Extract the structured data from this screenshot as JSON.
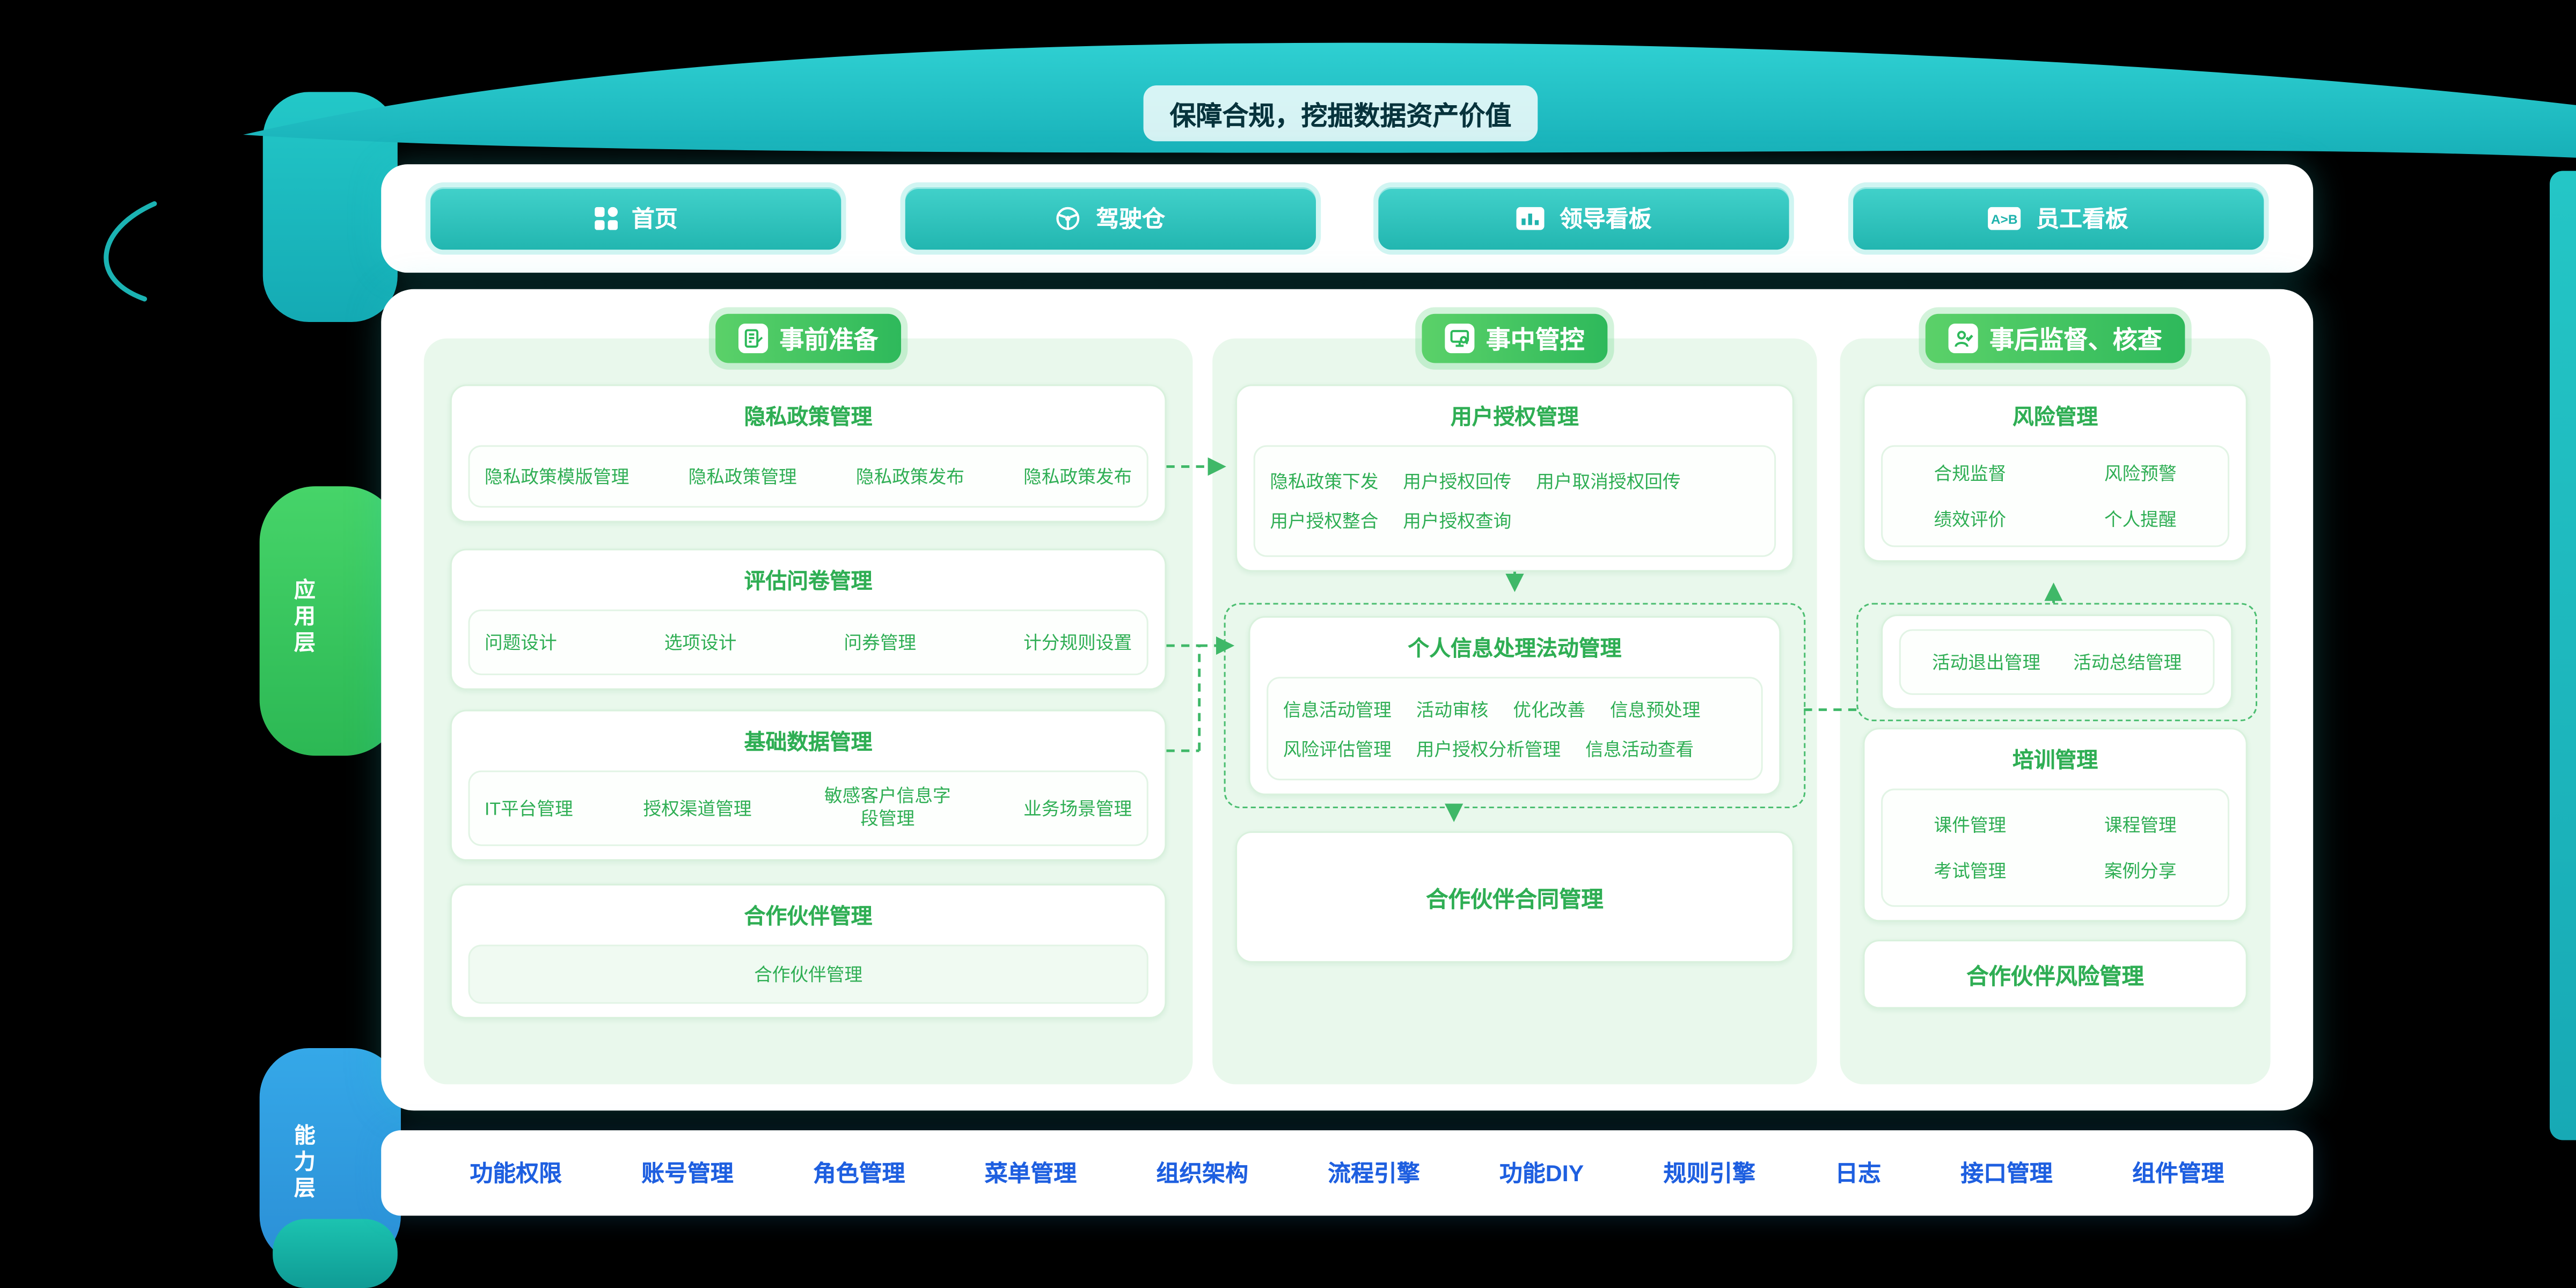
{
  "banner": {
    "title": "保障合规，挖掘数据资产价值"
  },
  "layers": {
    "application": "应用层",
    "capability": "能力层"
  },
  "top_nav": {
    "items": [
      {
        "label": "首页",
        "icon": "grid-icon"
      },
      {
        "label": "驾驶仓",
        "icon": "steering-wheel-icon"
      },
      {
        "label": "领导看板",
        "icon": "bar-chart-icon"
      },
      {
        "label": "员工看板",
        "icon": "ab-compare-icon"
      }
    ]
  },
  "columns": [
    {
      "header": "事前准备",
      "header_icon": "clipboard-pencil-icon",
      "cards": [
        {
          "title": "隐私政策管理",
          "items": [
            "隐私政策模版管理",
            "隐私政策管理",
            "隐私政策发布",
            "隐私政策发布"
          ]
        },
        {
          "title": "评估问卷管理",
          "items": [
            "问题设计",
            "选项设计",
            "问券管理",
            "计分规则设置"
          ]
        },
        {
          "title": "基础数据管理",
          "items": [
            "IT平台管理",
            "授权渠道管理",
            "敏感客户信息字段管理",
            "业务场景管理"
          ]
        },
        {
          "title": "合作伙伴管理",
          "items": [
            "合作伙伴管理"
          ]
        }
      ]
    },
    {
      "header": "事中管控",
      "header_icon": "monitor-audit-icon",
      "cards": [
        {
          "title": "用户授权管理",
          "items": [
            "隐私政策下发",
            "用户授权回传",
            "用户取消授权回传",
            "用户授权整合",
            "用户授权查询"
          ]
        },
        {
          "title": "个人信息处理法动管理",
          "items": [
            "信息活动管理",
            "活动审核",
            "优化改善",
            "信息预处理",
            "风险评估管理",
            "用户授权分析管理",
            "信息活动查看"
          ]
        },
        {
          "title": "合作伙伴合同管理",
          "items": []
        }
      ]
    },
    {
      "header": "事后监督、核查",
      "header_icon": "user-check-icon",
      "cards": [
        {
          "title": "风险管理",
          "items": [
            "合规监督",
            "风险预警",
            "绩效评价",
            "个人提醒"
          ]
        },
        {
          "title": "",
          "items": [
            "活动退出管理",
            "活动总结管理"
          ]
        },
        {
          "title": "培训管理",
          "items": [
            "课件管理",
            "课程管理",
            "考试管理",
            "案例分享"
          ]
        },
        {
          "title": "合作伙伴风险管理",
          "items": []
        }
      ]
    }
  ],
  "bottom_nav": {
    "items": [
      "功能权限",
      "账号管理",
      "角色管理",
      "菜单管理",
      "组织架构",
      "流程引擎",
      "功能DIY",
      "规则引擎",
      "日志",
      "接口管理",
      "组件管理"
    ]
  },
  "colors": {
    "teal_accent": "#25C2C2",
    "green_accent": "#3BB85E",
    "column_bg": "#E9F8EC",
    "card_title_green": "#2FAE54",
    "capability_link_blue": "#1E5FE0",
    "banner_text": "#07333C",
    "app_layer_green": "#3BCD63",
    "cap_layer_blue": "#2F9BDD",
    "connector_green": "#3FB868"
  }
}
